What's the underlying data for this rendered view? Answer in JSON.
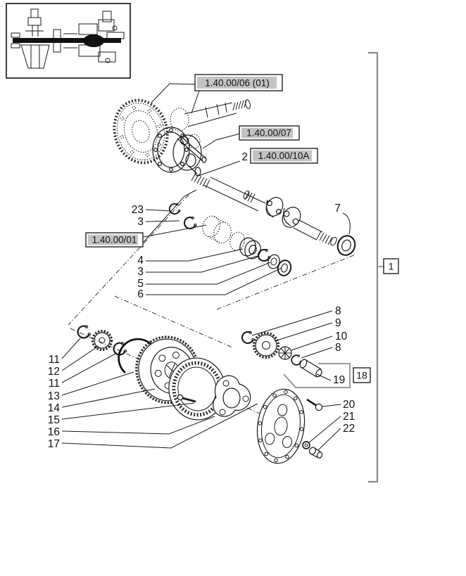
{
  "diagram": {
    "group_ref": "1",
    "figure_ref": "18",
    "reference_labels": {
      "top_assembly": "1.40.00/06 (01)",
      "differential": "1.40.00/07",
      "axle_shaft": "1.40.00/10A",
      "housing": "1.40.00/01"
    },
    "callouts": {
      "n2": "2",
      "n3": "3",
      "n4": "4",
      "n5": "5",
      "n6": "6",
      "n7": "7",
      "n8": "8",
      "n9": "9",
      "n10": "10",
      "n11": "11",
      "n12": "12",
      "n13": "13",
      "n14": "14",
      "n15": "15",
      "n16": "16",
      "n17": "17",
      "n19": "19",
      "n20": "20",
      "n21": "21",
      "n22": "22",
      "n23": "23"
    },
    "colors": {
      "line": "#1a1a1a",
      "label_highlight": "#c3c3c3",
      "bracket_gray": "#8a8a8a",
      "background": "#ffffff"
    }
  }
}
